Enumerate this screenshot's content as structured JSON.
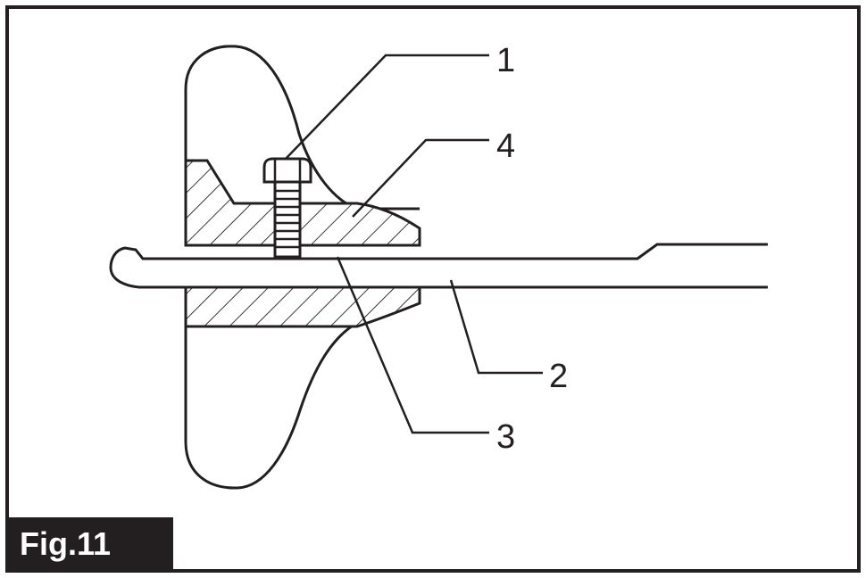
{
  "figure": {
    "label": "Fig.11"
  },
  "callouts": {
    "c1": "1",
    "c2": "2",
    "c3": "3",
    "c4": "4"
  }
}
